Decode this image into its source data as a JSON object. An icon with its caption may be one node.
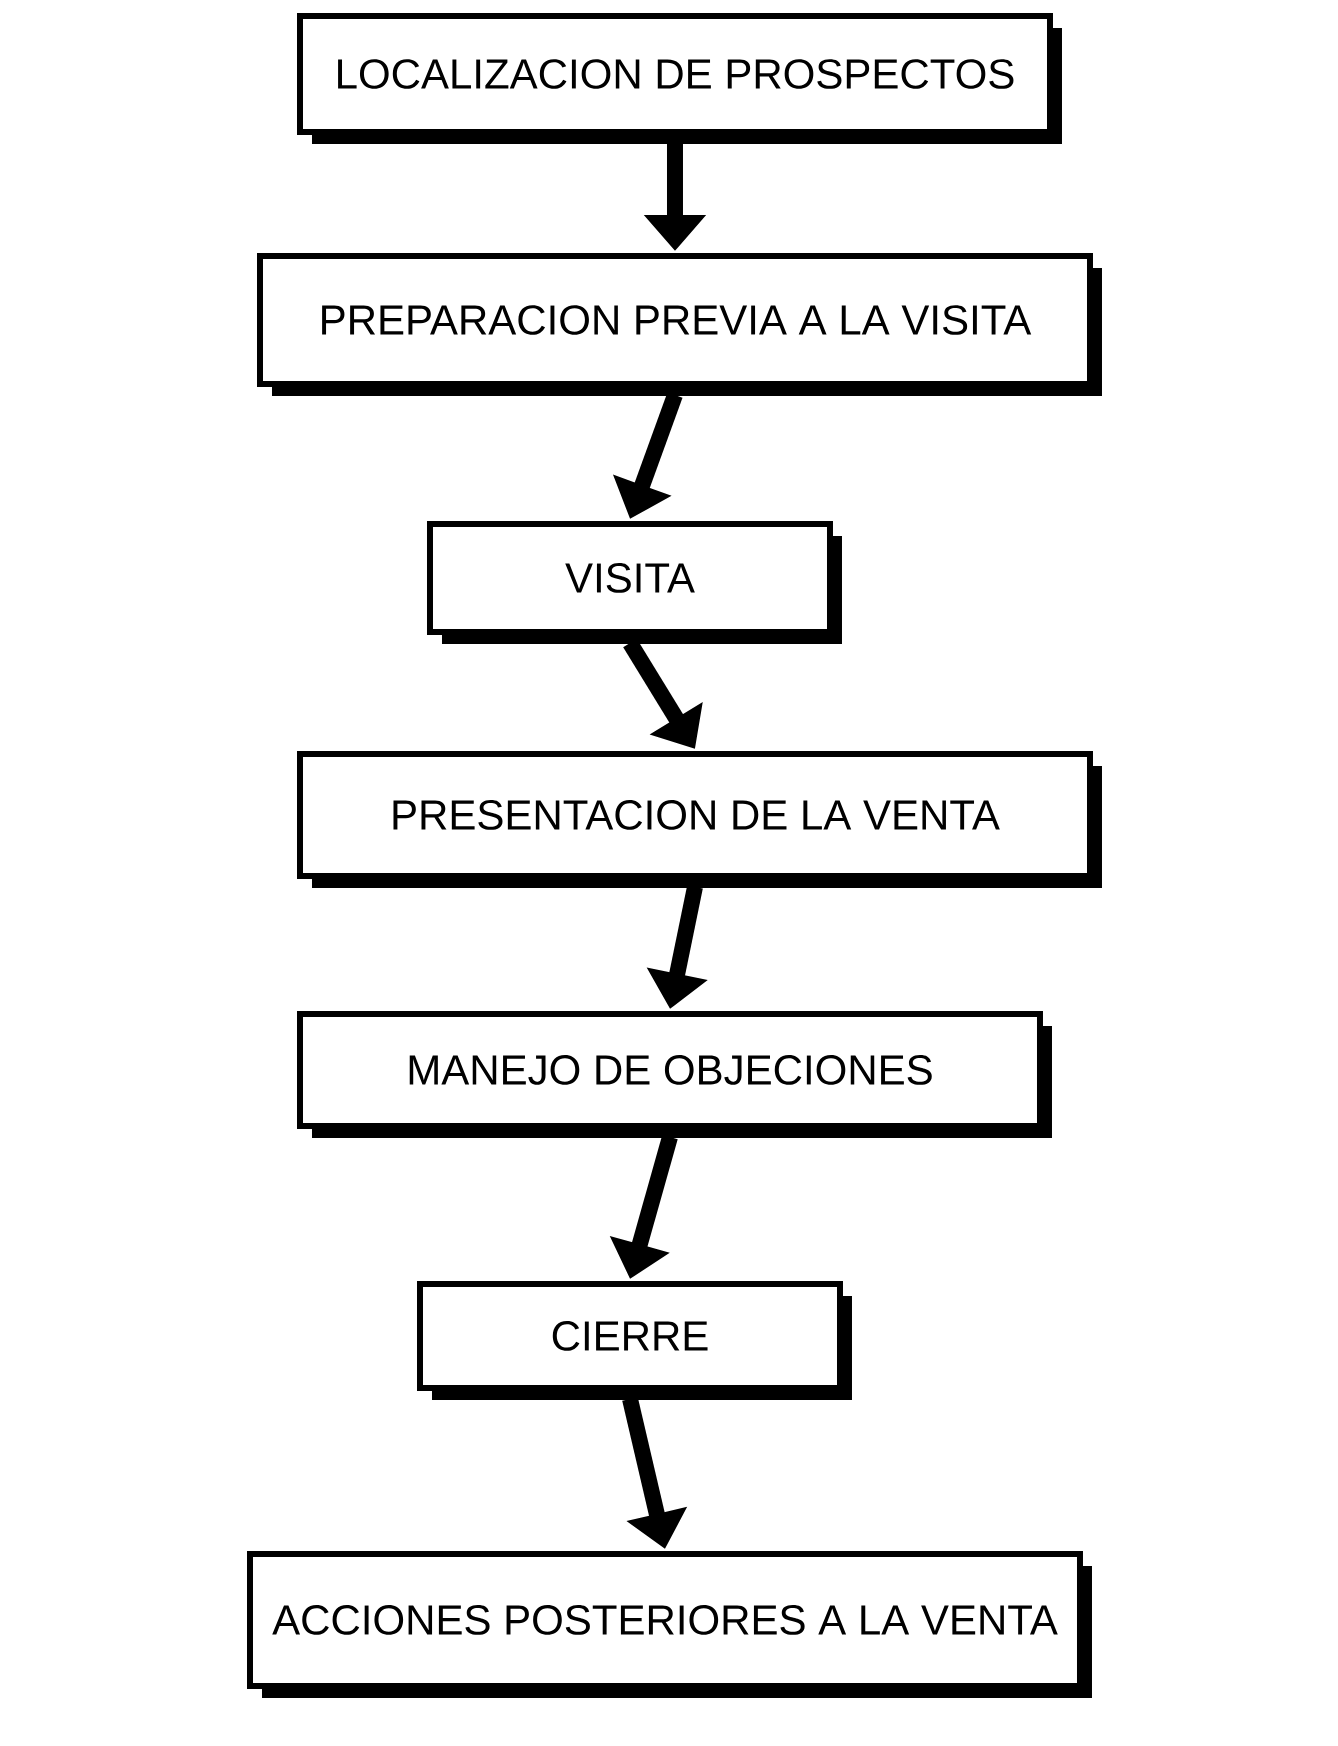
{
  "diagram": {
    "nodes": [
      {
        "text": [
          "LOCALIZACION DE PROSPECTOS"
        ]
      },
      {
        "text": [
          "PREPARACION PREVIA A LA VISITA"
        ]
      },
      {
        "text": [
          "VISITA"
        ]
      },
      {
        "text": [
          "PRESENTACION DE LA VENTA"
        ]
      },
      {
        "text": [
          "MANEJO DE OBJECIONES"
        ]
      },
      {
        "text": [
          "CIERRE"
        ]
      },
      {
        "text": [
          "ACCIONES POSTERIORES A LA VENTA"
        ]
      }
    ],
    "edges": [
      {
        "from": 0,
        "to": 1,
        "arrow": "to"
      },
      {
        "from": 1,
        "to": 2,
        "arrow": "to"
      },
      {
        "from": 2,
        "to": 3,
        "arrow": "to"
      },
      {
        "from": 3,
        "to": 4,
        "arrow": "to"
      },
      {
        "from": 4,
        "to": 5,
        "arrow": "to"
      },
      {
        "from": 5,
        "to": 6,
        "arrow": "to"
      }
    ]
  }
}
